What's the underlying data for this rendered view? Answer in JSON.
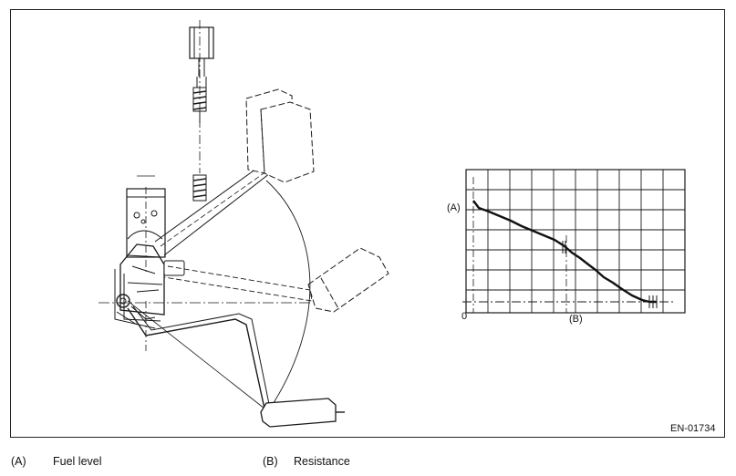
{
  "figure": {
    "id": "EN-01734"
  },
  "graph": {
    "y_axis_label": "(A)",
    "x_axis_label": "(B)",
    "origin_label": "0"
  },
  "legend": [
    {
      "key": "(A)",
      "text": "Fuel level"
    },
    {
      "key": "(B)",
      "text": "Resistance"
    }
  ],
  "colors": {
    "line": "#1a1a1a",
    "background": "#ffffff"
  }
}
